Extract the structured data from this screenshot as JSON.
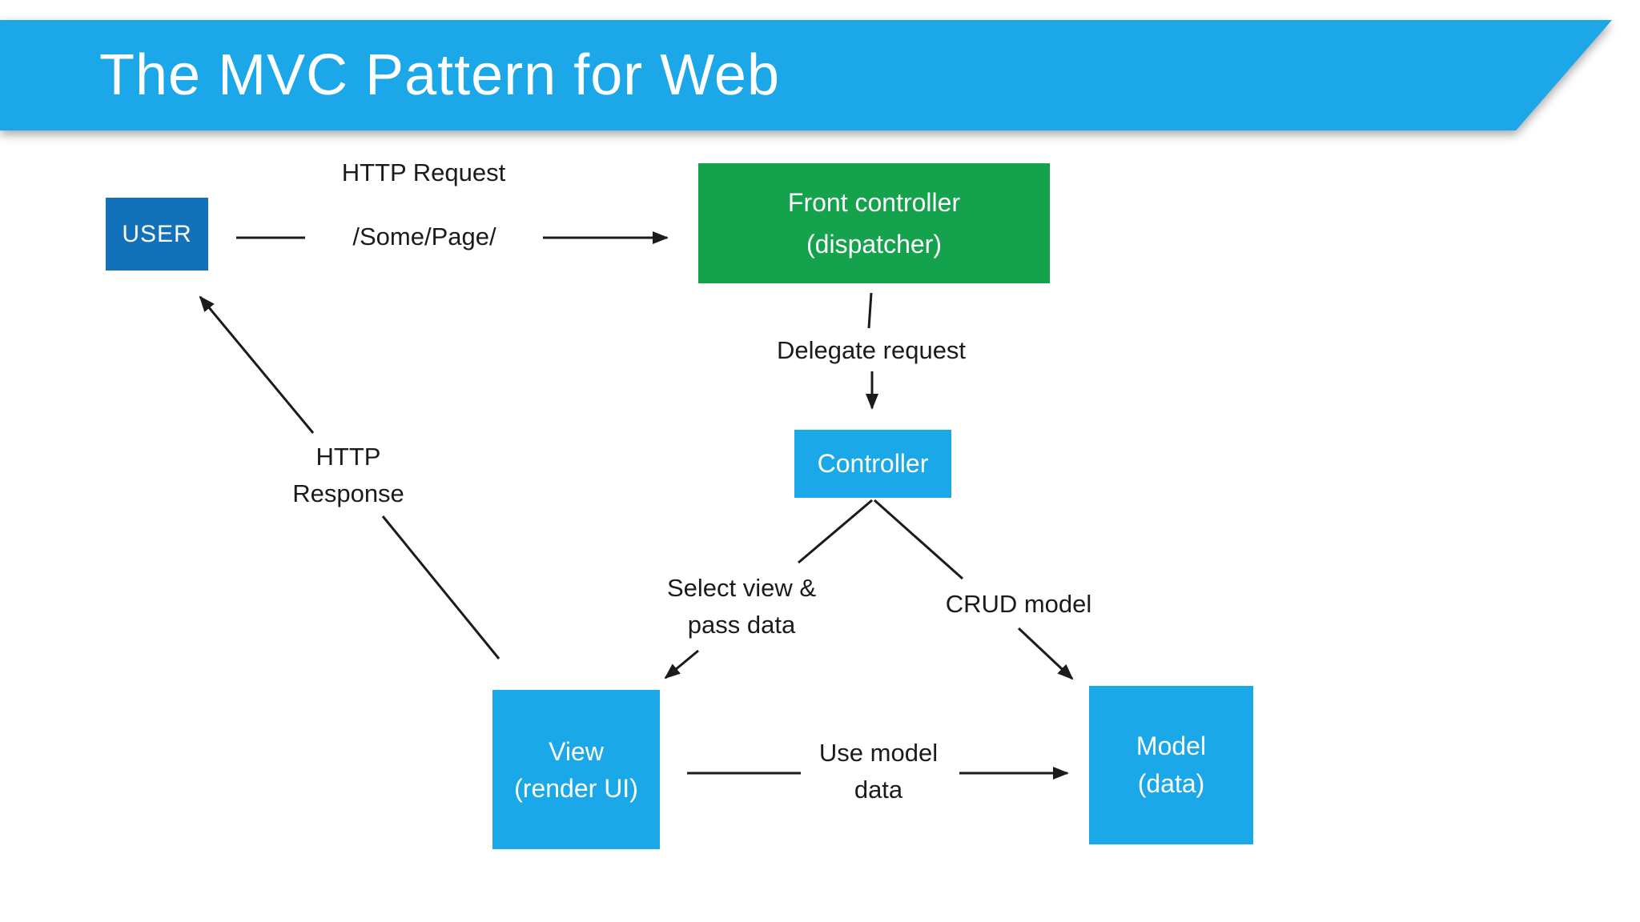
{
  "slide": {
    "title": "The MVC Pattern for Web"
  },
  "colors": {
    "banner": "#1BA7E8",
    "box_cyan": "#1AA8E8",
    "box_blue": "#1271B8",
    "box_green": "#15A24C",
    "ink": "#1B1B1B"
  },
  "nodes": {
    "user": {
      "label": "USER"
    },
    "front_controller": {
      "line1": "Front controller",
      "line2": "(dispatcher)"
    },
    "controller": {
      "label": "Controller"
    },
    "view": {
      "line1": "View",
      "line2": "(render UI)"
    },
    "model": {
      "line1": "Model",
      "line2": "(data)"
    }
  },
  "edges": {
    "http_request": {
      "line1": "HTTP Request",
      "line2": "/Some/Page/"
    },
    "delegate_request": {
      "label": "Delegate request"
    },
    "select_view": {
      "line1": "Select view &",
      "line2": "pass data"
    },
    "crud_model": {
      "label": "CRUD model"
    },
    "http_response": {
      "line1": "HTTP",
      "line2": "Response"
    },
    "use_model_data": {
      "line1": "Use model",
      "line2": "data"
    }
  }
}
